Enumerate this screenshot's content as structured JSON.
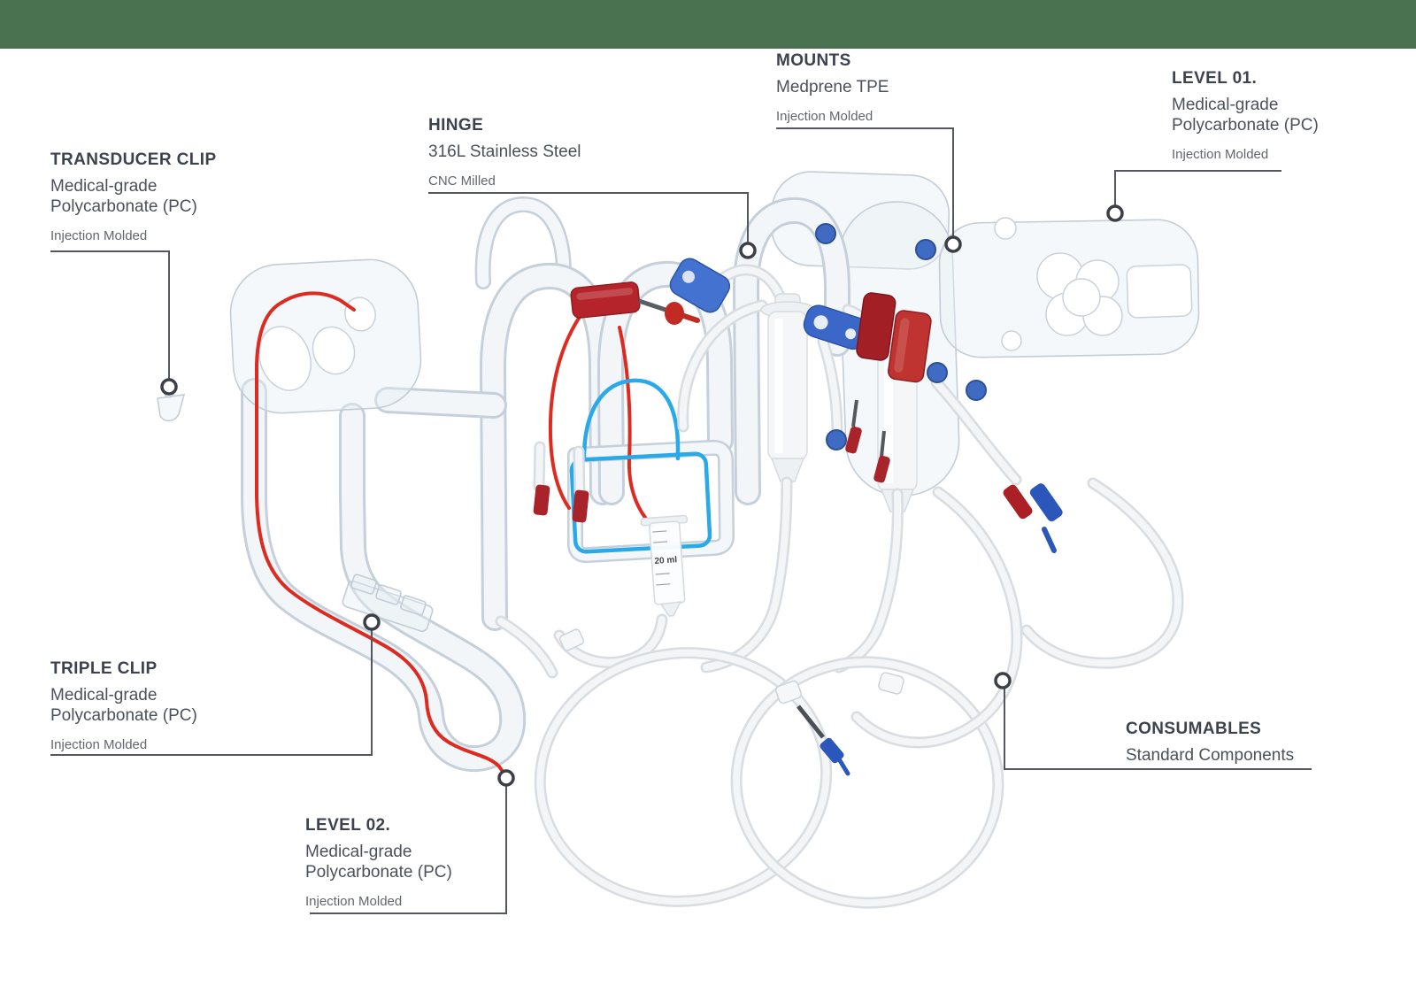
{
  "page": {
    "top_bar_color": "#4a7150",
    "background_color": "#ffffff"
  },
  "callouts": {
    "transducer_clip": {
      "title": "TRANSDUCER CLIP",
      "material": "Medical-grade Polycarbonate (PC)",
      "process": "Injection Molded"
    },
    "hinge": {
      "title": "HINGE",
      "material": "316L Stainless Steel",
      "process": "CNC Milled"
    },
    "mounts": {
      "title": "MOUNTS",
      "material": "Medprene TPE",
      "process": "Injection Molded"
    },
    "level_01": {
      "title": "LEVEL 01.",
      "material": "Medical-grade Polycarbonate (PC)",
      "process": "Injection Molded"
    },
    "triple_clip": {
      "title": "TRIPLE CLIP",
      "material": "Medical-grade Polycarbonate (PC)",
      "process": "Injection Molded"
    },
    "level_02": {
      "title": "LEVEL 02.",
      "material": "Medical-grade Polycarbonate (PC)",
      "process": "Injection Molded"
    },
    "consumables": {
      "title": "CONSUMABLES",
      "material": "Standard Components"
    }
  },
  "device": {
    "syringe_volume_label": "20 ml",
    "tube_colors": {
      "arterial_red": "#dd2b22",
      "venous_cyan": "#2aa9e8",
      "neutral": "#e7eaed"
    },
    "clamp_colors": {
      "red": "#b5242a",
      "blue": "#4472d0"
    },
    "mount_color": "#3f6cc2"
  }
}
